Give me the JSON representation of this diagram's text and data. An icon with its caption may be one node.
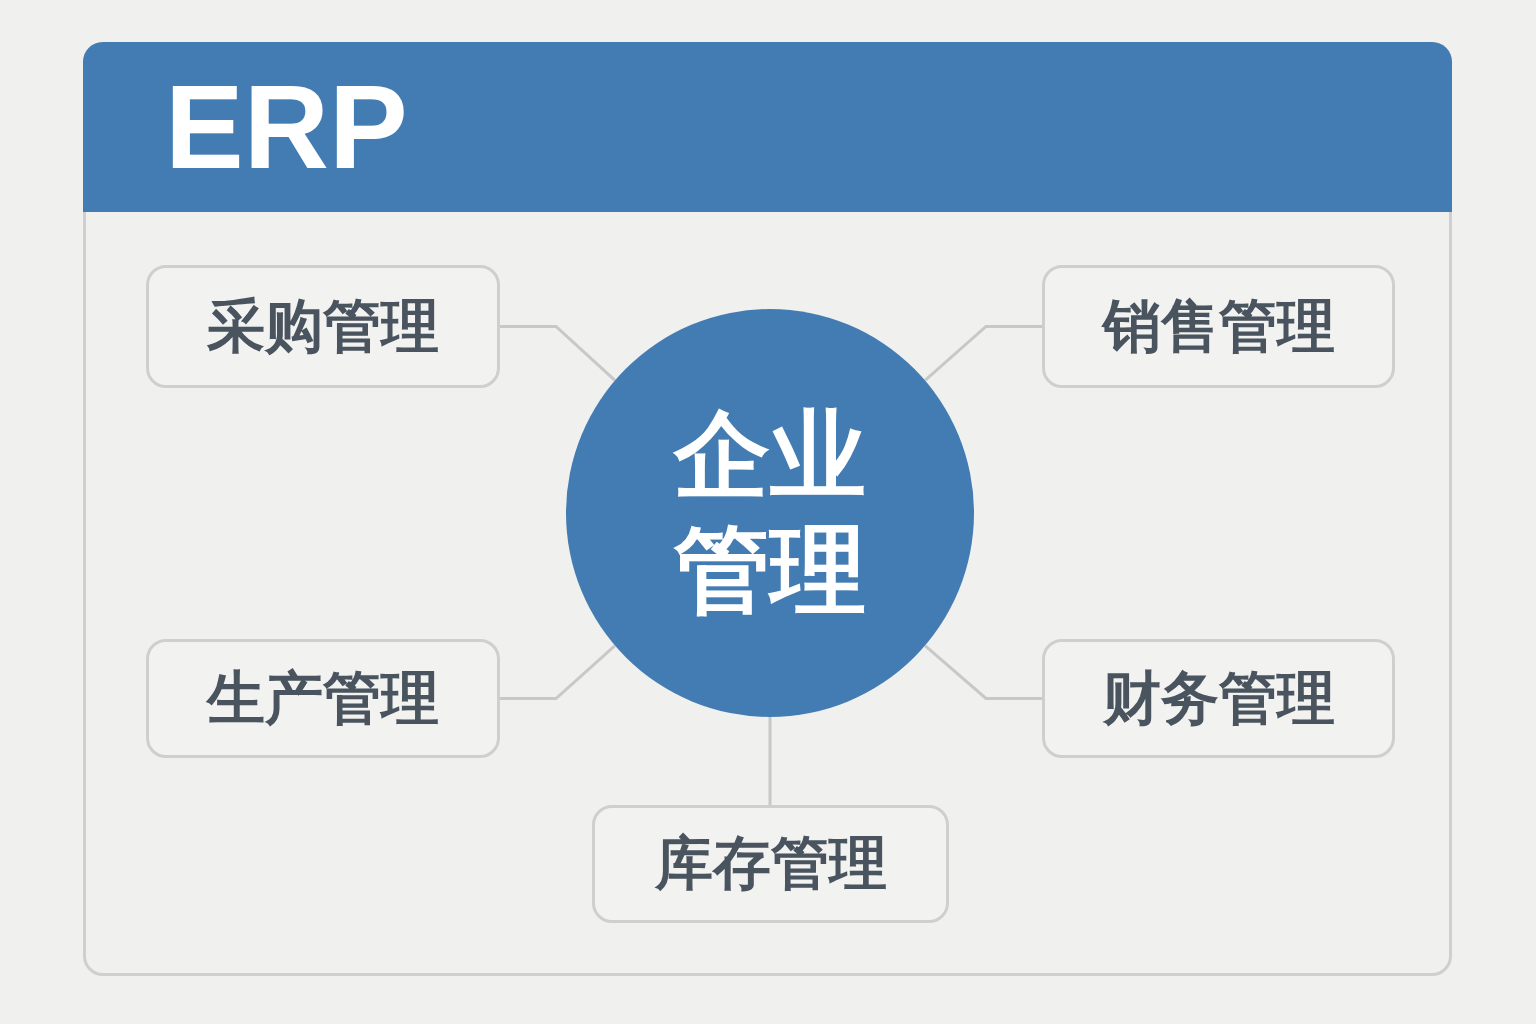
{
  "diagram": {
    "nodes": [
      {
        "text": [
          "ERP"
        ]
      },
      {
        "text": [
          "企业管理"
        ],
        "in": 0
      },
      {
        "text": [
          "采购管理"
        ],
        "in": 0
      },
      {
        "text": [
          "销售管理"
        ],
        "in": 0
      },
      {
        "text": [
          "生产管理"
        ],
        "in": 0
      },
      {
        "text": [
          "财务管理"
        ],
        "in": 0
      },
      {
        "text": [
          "库存管理"
        ],
        "in": 0
      }
    ],
    "edges": [
      {
        "from": 1,
        "to": 2,
        "arrow": "none"
      },
      {
        "from": 1,
        "to": 3,
        "arrow": "none"
      },
      {
        "from": 1,
        "to": 4,
        "arrow": "none"
      },
      {
        "from": 1,
        "to": 5,
        "arrow": "none"
      },
      {
        "from": 1,
        "to": 6,
        "arrow": "none"
      }
    ]
  }
}
